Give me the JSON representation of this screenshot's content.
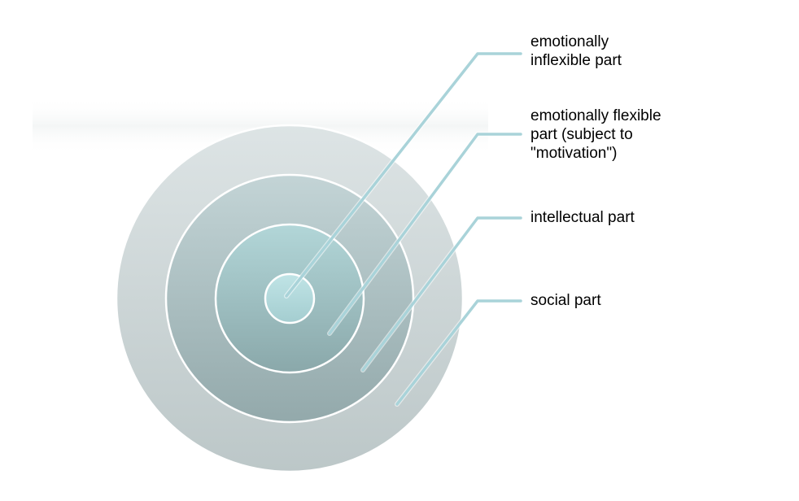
{
  "diagram": {
    "type": "concentric-layers",
    "layers": [
      {
        "label": "emotionally\ninflexible part"
      },
      {
        "label": "emotionally flexible\npart (subject to\n\"motivation\")"
      },
      {
        "label": "intellectual part"
      },
      {
        "label": "social part"
      }
    ]
  },
  "colors": {
    "outer_fill": "#c7d0d2",
    "ring2_fill": "#a9bcbf",
    "ring3_fill": "#a3c6c9",
    "core_fill": "#b3dadd",
    "ring_stroke": "#ffffff",
    "leader_line": "#a9d3d9"
  }
}
